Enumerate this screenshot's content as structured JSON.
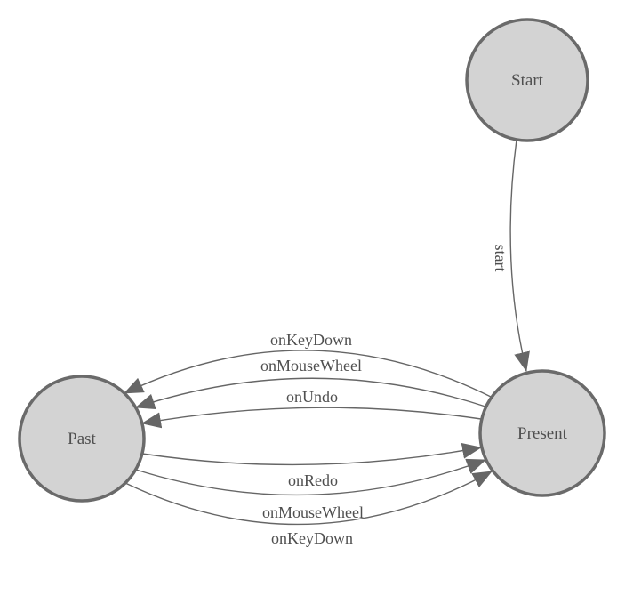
{
  "diagram": {
    "nodes": [
      {
        "id": "start",
        "label": "Start"
      },
      {
        "id": "present",
        "label": "Present"
      },
      {
        "id": "past",
        "label": "Past"
      }
    ],
    "edges": [
      {
        "from": "Start",
        "to": "Present",
        "label": "start"
      },
      {
        "from": "Present",
        "to": "Past",
        "label": "onKeyDown"
      },
      {
        "from": "Present",
        "to": "Past",
        "label": "onMouseWheel"
      },
      {
        "from": "Present",
        "to": "Past",
        "label": "onUndo"
      },
      {
        "from": "Past",
        "to": "Present",
        "label": "onRedo"
      },
      {
        "from": "Past",
        "to": "Present",
        "label": "onMouseWheel"
      },
      {
        "from": "Past",
        "to": "Present",
        "label": "onKeyDown"
      }
    ],
    "colors": {
      "background": "#ffffff",
      "node_fill": "#d3d3d3",
      "node_stroke": "#6a6a6a",
      "edge_stroke": "#666666",
      "label_color": "#4f4f4f"
    }
  }
}
